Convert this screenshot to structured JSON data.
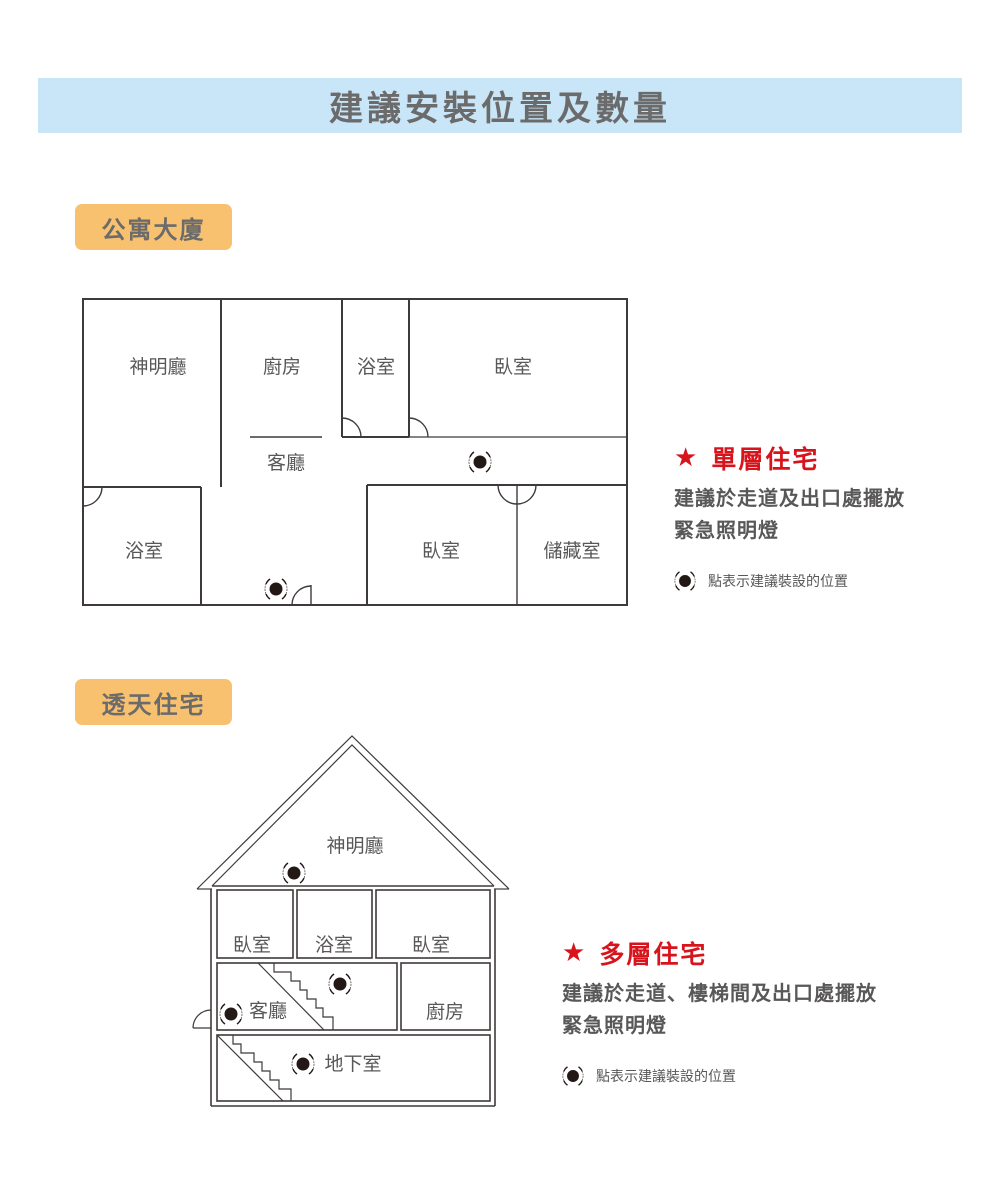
{
  "header": {
    "title": "建議安裝位置及數量"
  },
  "colors": {
    "title_bar_bg": "#c9e6f8",
    "section_tag_bg": "#f8c16f",
    "accent_red": "#d7141c",
    "line": "#3e3a39",
    "text": "#595757"
  },
  "sections": {
    "apartment": {
      "tag": "公寓大廈",
      "rooms": {
        "shrine": "神明廳",
        "kitchen": "廚房",
        "bath_top": "浴室",
        "bedroom_top": "臥室",
        "living": "客廳",
        "bath_left": "浴室",
        "bedroom_bottom": "臥室",
        "storage": "儲藏室"
      },
      "light_markers": 2,
      "legend": {
        "star": "★",
        "heading": "單層住宅",
        "desc_line1": "建議於走道及出口處擺放",
        "desc_line2": "緊急照明燈",
        "note": "點表示建議裝設的位置"
      }
    },
    "house": {
      "tag": "透天住宅",
      "rooms": {
        "shrine": "神明廳",
        "bedroom_left": "臥室",
        "bath": "浴室",
        "bedroom_right": "臥室",
        "living": "客廳",
        "kitchen": "廚房",
        "basement": "地下室"
      },
      "light_markers": 4,
      "legend": {
        "star": "★",
        "heading": "多層住宅",
        "desc_line1": "建議於走道、樓梯間及出口處擺放",
        "desc_line2": "緊急照明燈",
        "note": "點表示建議裝設的位置"
      }
    }
  }
}
